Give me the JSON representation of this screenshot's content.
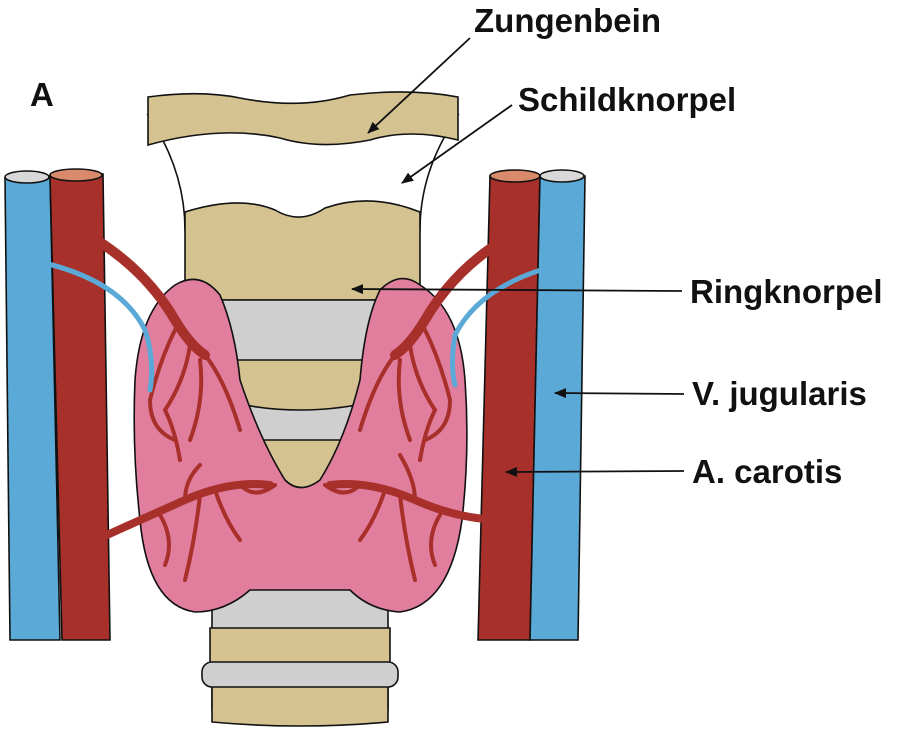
{
  "figure": {
    "panel_letter": "A",
    "labels": {
      "hyoid": "Zungenbein",
      "thyroid_cartilage": "Schildknorpel",
      "cricoid": "Ringknorpel",
      "jugular_vein": "V. jugularis",
      "carotid_artery": "A. carotis"
    }
  },
  "colors": {
    "vein": "#5aa9d6",
    "artery": "#a8302a",
    "gland": "#e17d9d",
    "cartilage": "#d5c291",
    "trachea": "#cfcfcf"
  }
}
